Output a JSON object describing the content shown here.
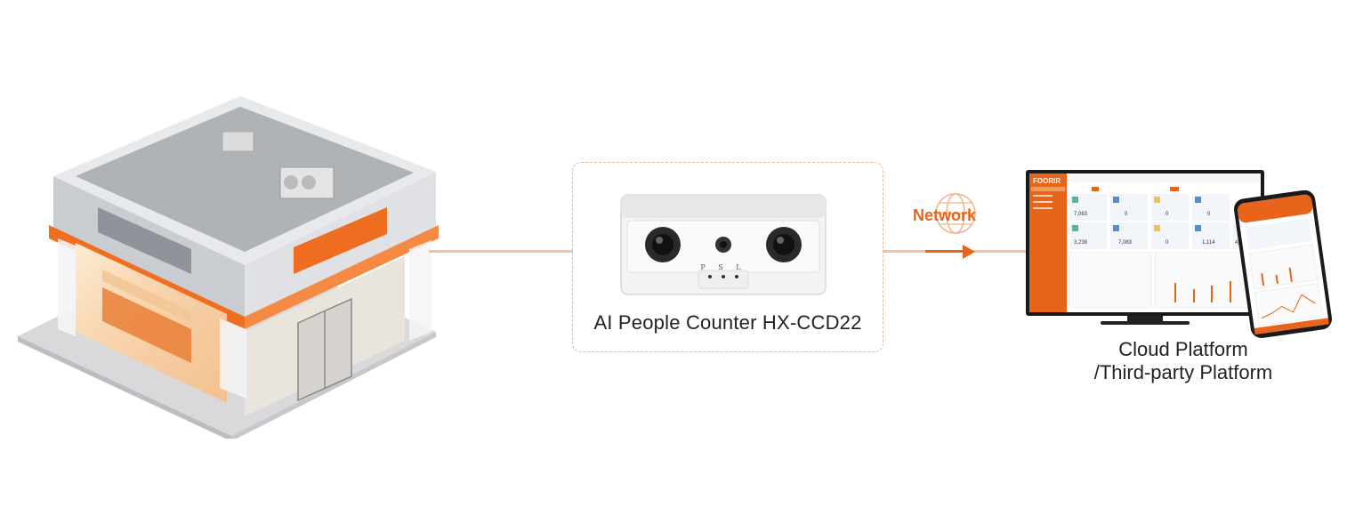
{
  "device": {
    "name": "AI People Counter  HX-CCD22",
    "indicator_labels": "P S L"
  },
  "network": {
    "label": "Network"
  },
  "platform": {
    "line1": "Cloud Platform",
    "line2": "/Third-party Platform"
  },
  "dashboard": {
    "logo": "FOORIR",
    "stats_row1": [
      "7,083",
      "0",
      "0",
      "0"
    ],
    "stats_row2": [
      "3,238",
      "7,083",
      "0",
      "1,114",
      "4,6"
    ]
  },
  "colors": {
    "accent": "#e8641b",
    "line": "#f4c3a3",
    "dashed_border": "#f2b48d"
  }
}
